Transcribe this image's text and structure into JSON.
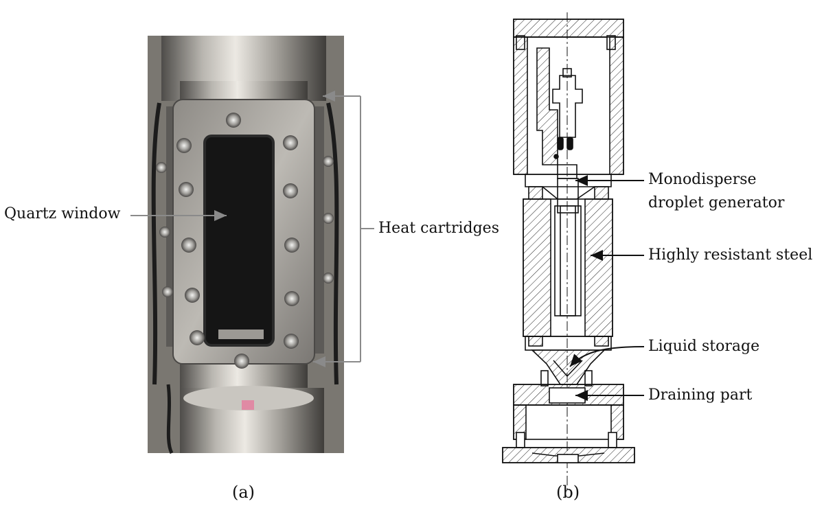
{
  "panel_a": {
    "caption": "(a)",
    "labels": {
      "quartz_window": "Quartz window",
      "heat_cartridges": "Heat cartridges"
    }
  },
  "panel_b": {
    "caption": "(b)",
    "labels": {
      "generator_line1": "Monodisperse",
      "generator_line2": "droplet generator",
      "steel": "Highly resistant steel",
      "storage": "Liquid storage",
      "draining": "Draining part"
    }
  },
  "colors": {
    "steel_light": "#d9d6d0",
    "steel_dark": "#5c5a57",
    "window_dark": "#151515",
    "arrow_gray": "#8a8a8a",
    "ink": "#111111"
  }
}
